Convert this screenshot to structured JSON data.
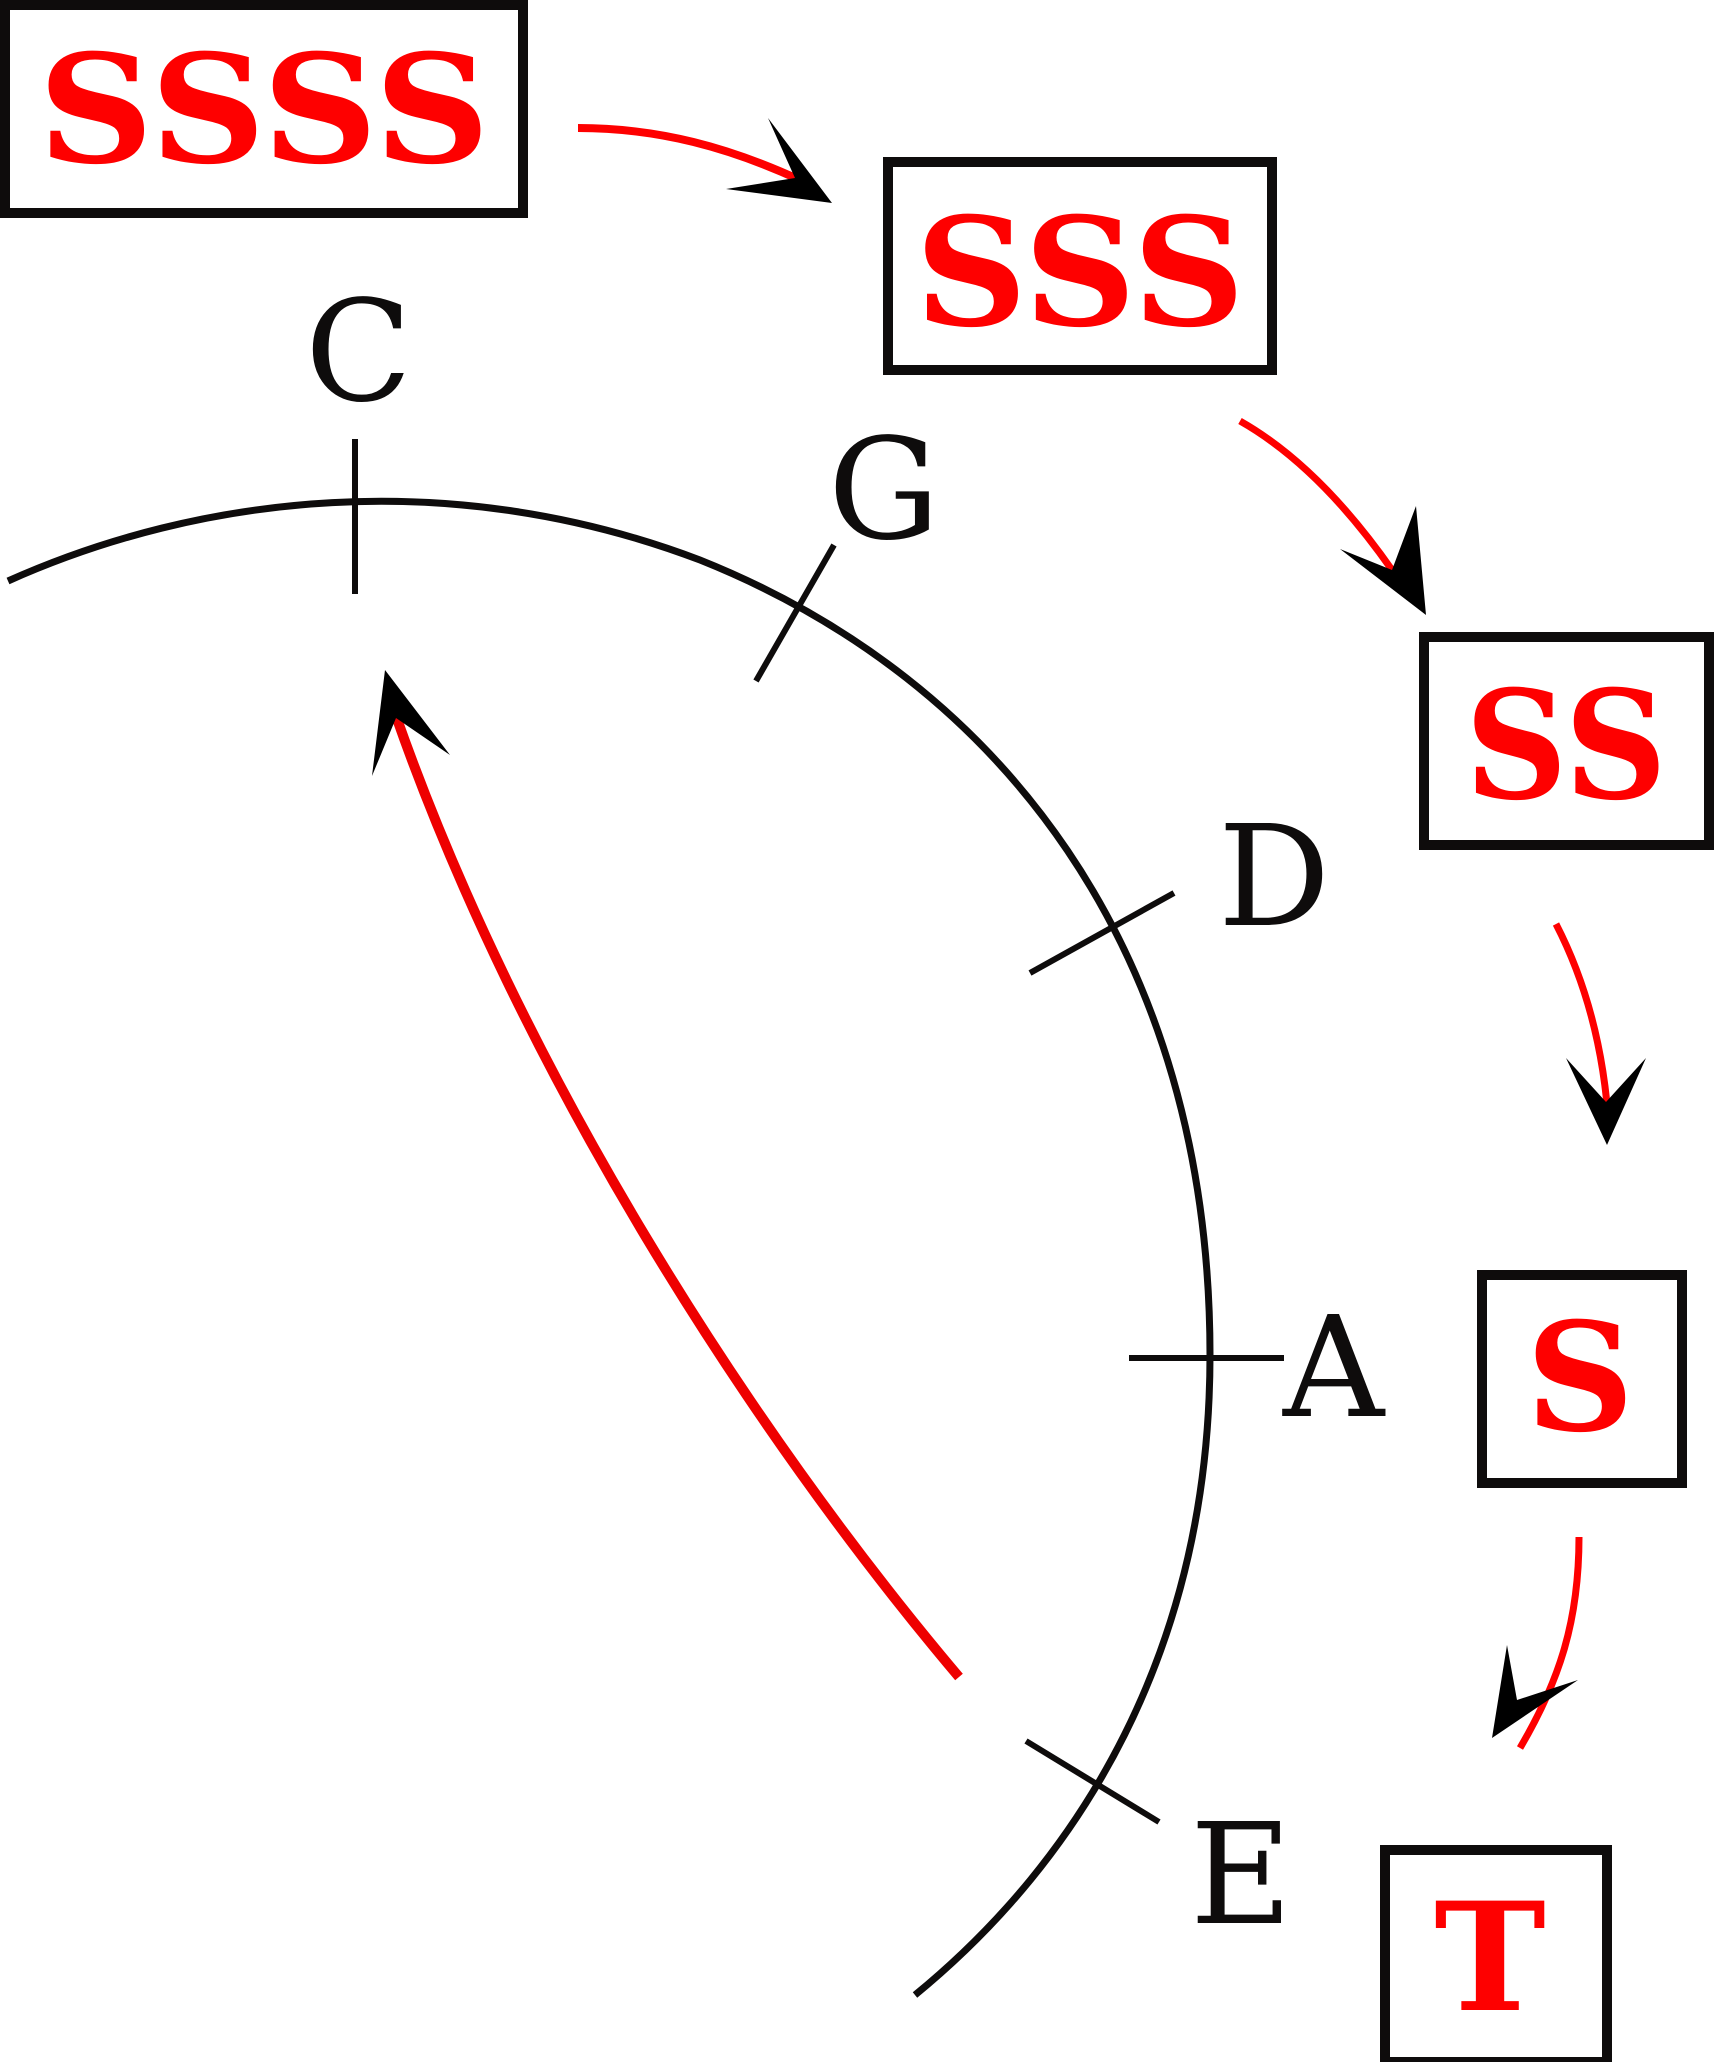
{
  "colors": {
    "accent_red": "#fe0000",
    "stroke_black": "#0e0c0c",
    "background": "#ffffff"
  },
  "boxes": [
    {
      "id": "ssss",
      "text": "SSSS"
    },
    {
      "id": "sss",
      "text": "SSS"
    },
    {
      "id": "ss",
      "text": "SS"
    },
    {
      "id": "s",
      "text": "S"
    },
    {
      "id": "t",
      "text": "T"
    }
  ],
  "arc_labels": [
    {
      "id": "c",
      "text": "C"
    },
    {
      "id": "g",
      "text": "G"
    },
    {
      "id": "d",
      "text": "D"
    },
    {
      "id": "a",
      "text": "A"
    },
    {
      "id": "e",
      "text": "E"
    }
  ],
  "arrows": [
    {
      "from": "SSSS",
      "to": "SSS"
    },
    {
      "from": "SSS",
      "to": "SS"
    },
    {
      "from": "SS",
      "to": "S"
    },
    {
      "from": "S",
      "to": "T"
    },
    {
      "from": "E",
      "to": "C"
    }
  ]
}
